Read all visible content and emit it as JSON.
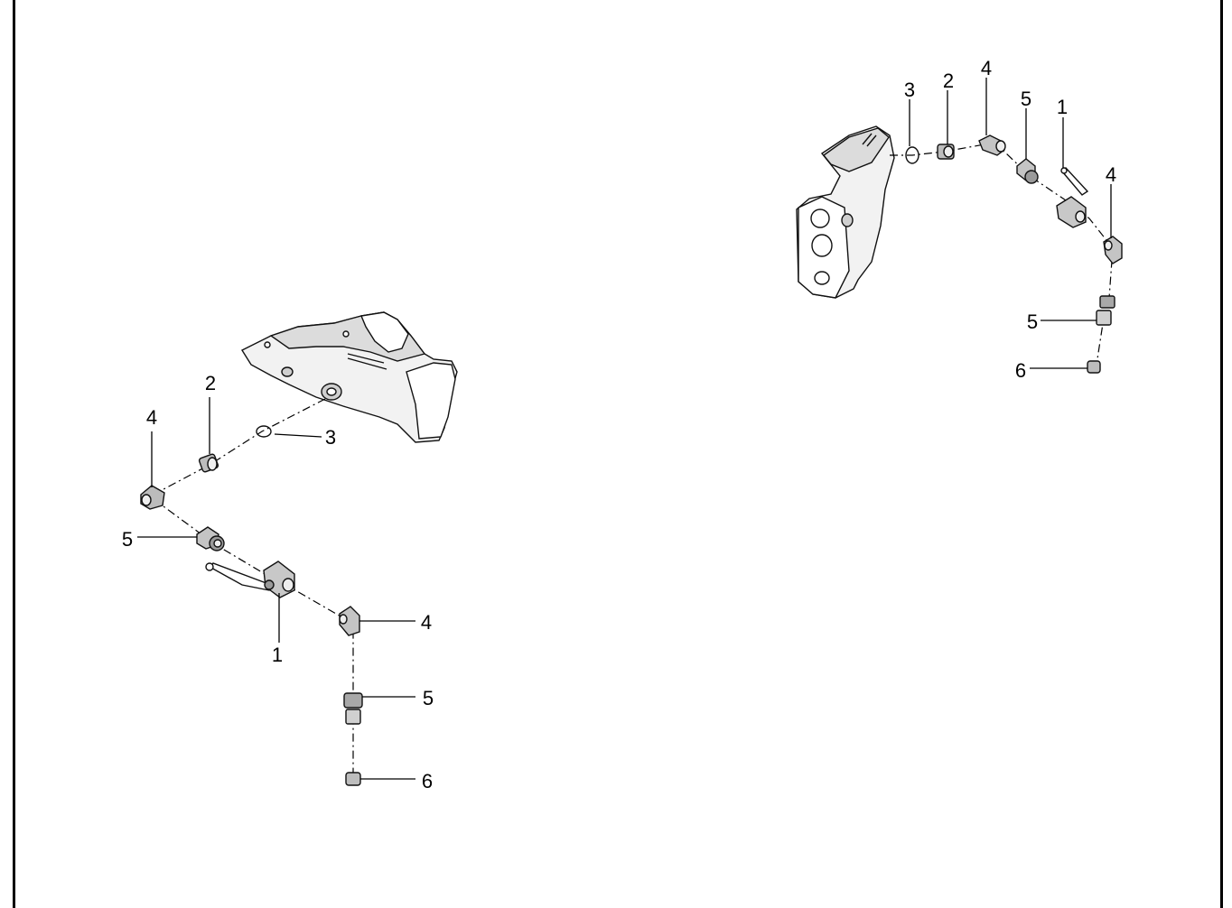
{
  "diagram": {
    "left_assembly": {
      "callouts": [
        "1",
        "2",
        "3",
        "4",
        "4",
        "5",
        "5",
        "6"
      ]
    },
    "right_assembly": {
      "callouts": [
        "1",
        "2",
        "3",
        "4",
        "4",
        "5",
        "5",
        "6"
      ]
    }
  }
}
